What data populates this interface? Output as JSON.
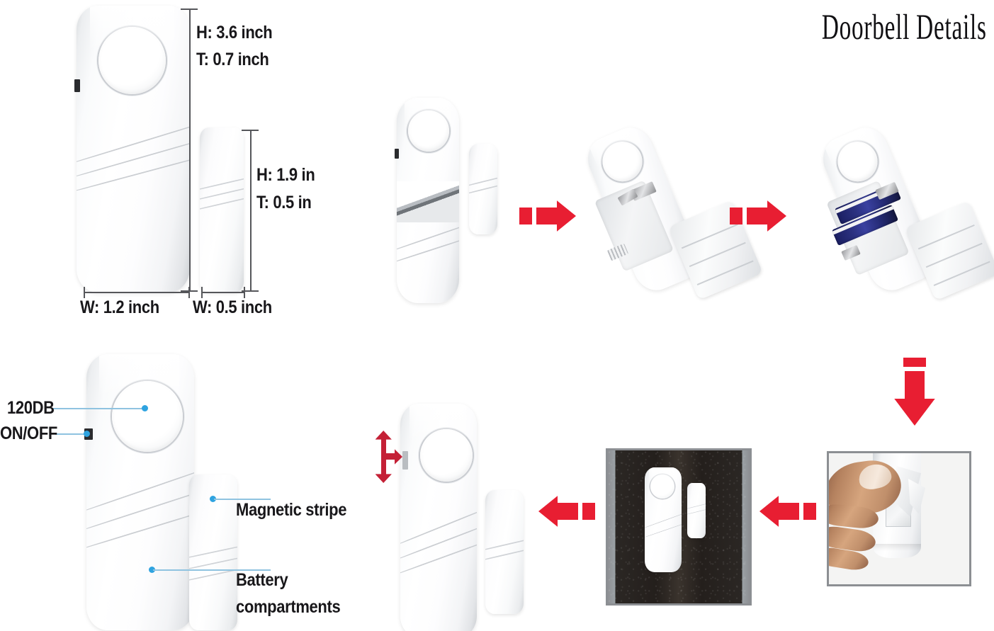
{
  "page": {
    "title": "Doorbell Details",
    "background_color": "#ffffff",
    "accent_red": "#e81e32",
    "accent_blue": "#2ea3e0",
    "leader_blue": "#8fc3e0",
    "dimension_gray": "#55565a"
  },
  "dimensions": {
    "main_unit": {
      "height_label": "H: 3.6 inch",
      "thickness_label": "T: 0.7 inch",
      "width_label": "W: 1.2 inch"
    },
    "magnet_unit": {
      "height_label": "H: 1.9 in",
      "thickness_label": "T: 0.5 in",
      "width_label": "W: 0.5 inch"
    }
  },
  "callouts": [
    {
      "id": "db",
      "label": "120DB"
    },
    {
      "id": "onoff",
      "label": "ON/OFF"
    },
    {
      "id": "magnetic",
      "label": "Magnetic stripe"
    },
    {
      "id": "battery_line1",
      "label": "Battery"
    },
    {
      "id": "battery_line2",
      "label": "compartments"
    }
  ],
  "battery_steps": [
    {
      "step": 1,
      "name": "slide-cover-open"
    },
    {
      "step": 2,
      "name": "cover-removed-empty-compartment"
    },
    {
      "step": 3,
      "name": "batteries-inserted"
    }
  ],
  "install_steps": [
    {
      "step": 4,
      "name": "peel-adhesive-backing"
    },
    {
      "step": 5,
      "name": "mount-on-door"
    },
    {
      "step": 6,
      "name": "aligned-alarm-and-magnet"
    }
  ],
  "arrows": [
    {
      "id": "arrow-1",
      "direction": "right"
    },
    {
      "id": "arrow-2",
      "direction": "right"
    },
    {
      "id": "arrow-3",
      "direction": "down"
    },
    {
      "id": "arrow-4",
      "direction": "left"
    },
    {
      "id": "arrow-5",
      "direction": "left"
    },
    {
      "id": "arrow-6",
      "direction": "up-down-right"
    }
  ]
}
